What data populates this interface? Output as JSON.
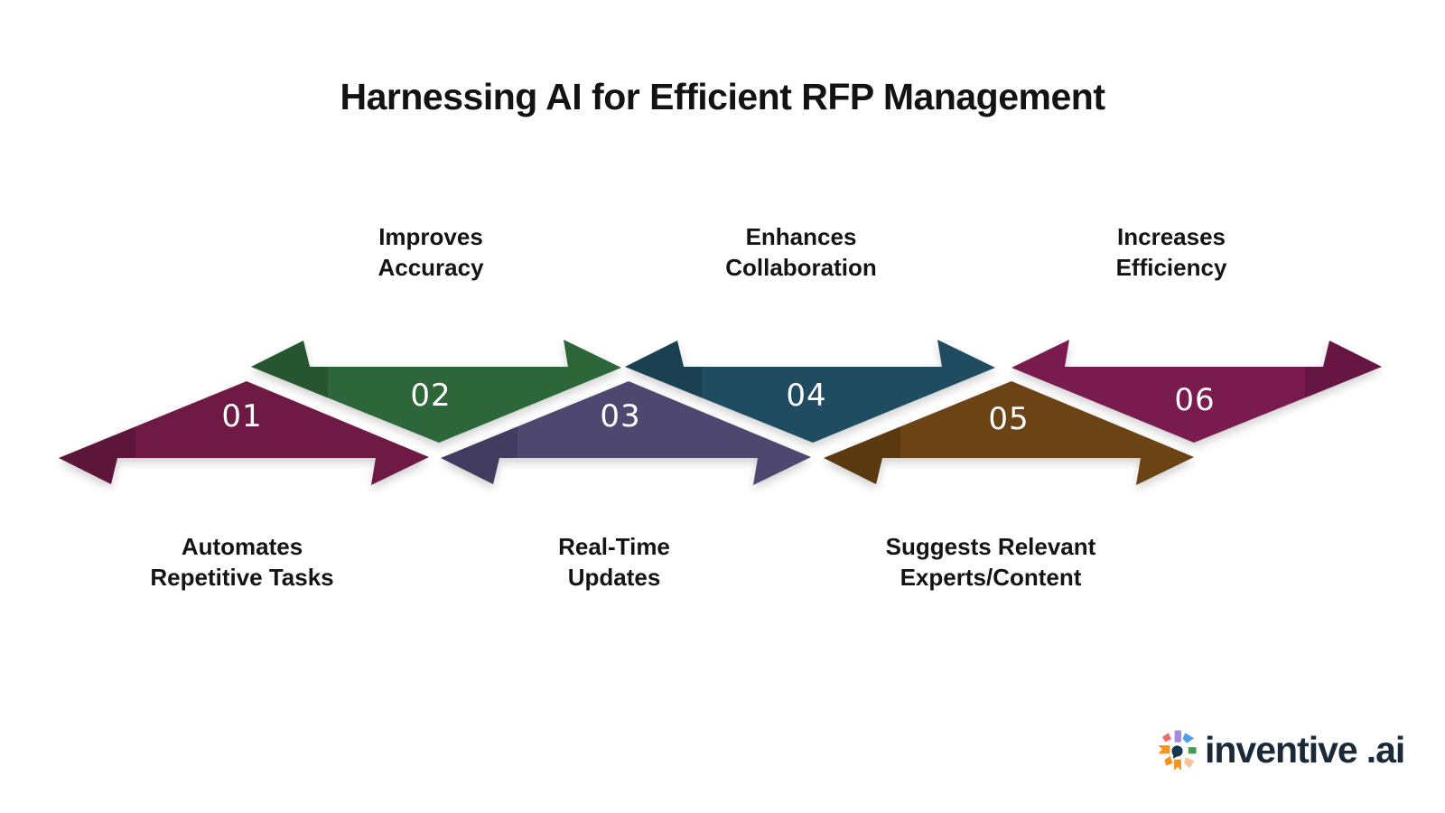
{
  "title": "Harnessing AI for Efficient RFP Management",
  "steps": [
    {
      "number": "01",
      "color": "#6E1A44",
      "label_position": "bottom",
      "label": {
        "line1": "Automates",
        "line2": "Repetitive Tasks"
      }
    },
    {
      "number": "02",
      "color": "#2D6638",
      "label_position": "top",
      "label": {
        "line1": "Improves",
        "line2": "Accuracy"
      }
    },
    {
      "number": "03",
      "color": "#4E4871",
      "label_position": "bottom",
      "label": {
        "line1": "Real-Time",
        "line2": "Updates"
      }
    },
    {
      "number": "04",
      "color": "#1F4C60",
      "label_position": "top",
      "label": {
        "line1": "Enhances",
        "line2": "Collaboration"
      }
    },
    {
      "number": "05",
      "color": "#6C4315",
      "label_position": "bottom",
      "label": {
        "line1": "Suggests Relevant",
        "line2": "Experts/Content"
      }
    },
    {
      "number": "06",
      "color": "#7A1B50",
      "label_position": "top",
      "label": {
        "line1": "Increases",
        "line2": "Efficiency"
      }
    }
  ],
  "logo": {
    "brand": "inventive",
    "suffix": ".ai",
    "text_color": "#1B2A39",
    "icon": "starburst-spark-icon",
    "icon_colors": {
      "coral": "#F26B6B",
      "purple": "#A688E2",
      "blue": "#4C9FE8",
      "green": "#3FA14F",
      "orange": "#F6941E",
      "peach": "#F6C39B",
      "center": "#14384E"
    }
  }
}
